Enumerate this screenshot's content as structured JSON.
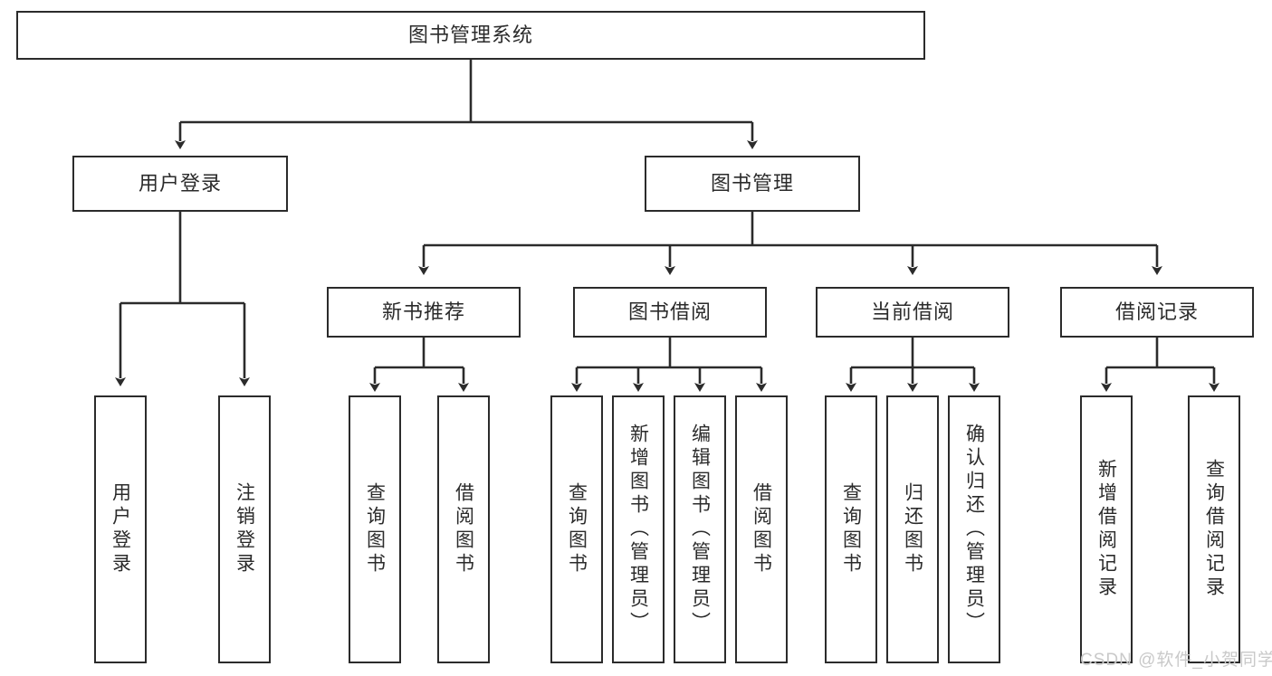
{
  "diagram": {
    "type": "tree-hierarchy",
    "title": "图书管理系统",
    "stroke_color": "#2b2b2b",
    "fill_color": "#ffffff",
    "text_color": "#2b2b2b"
  },
  "root": {
    "label": "图书管理系统"
  },
  "level2": [
    {
      "label": "用户登录"
    },
    {
      "label": "图书管理"
    }
  ],
  "level3": [
    {
      "label": "新书推荐"
    },
    {
      "label": "图书借阅"
    },
    {
      "label": "当前借阅"
    },
    {
      "label": "借阅记录"
    }
  ],
  "leaves": {
    "user_login": [
      {
        "label": "用户登录"
      },
      {
        "label": "注销登录"
      }
    ],
    "new_book_recommend": [
      {
        "label": "查询图书"
      },
      {
        "label": "借阅图书"
      }
    ],
    "book_borrow": [
      {
        "label": "查询图书"
      },
      {
        "label": "新增图书（管理员）"
      },
      {
        "label": "编辑图书（管理员）"
      },
      {
        "label": "借阅图书"
      }
    ],
    "current_borrow": [
      {
        "label": "查询图书"
      },
      {
        "label": "归还图书"
      },
      {
        "label": "确认归还（管理员）"
      }
    ],
    "borrow_record": [
      {
        "label": "新增借阅记录"
      },
      {
        "label": "查询借阅记录"
      }
    ]
  },
  "watermark": {
    "text": "CSDN @软件_小贺同学",
    "color": "#c9c9c9"
  }
}
